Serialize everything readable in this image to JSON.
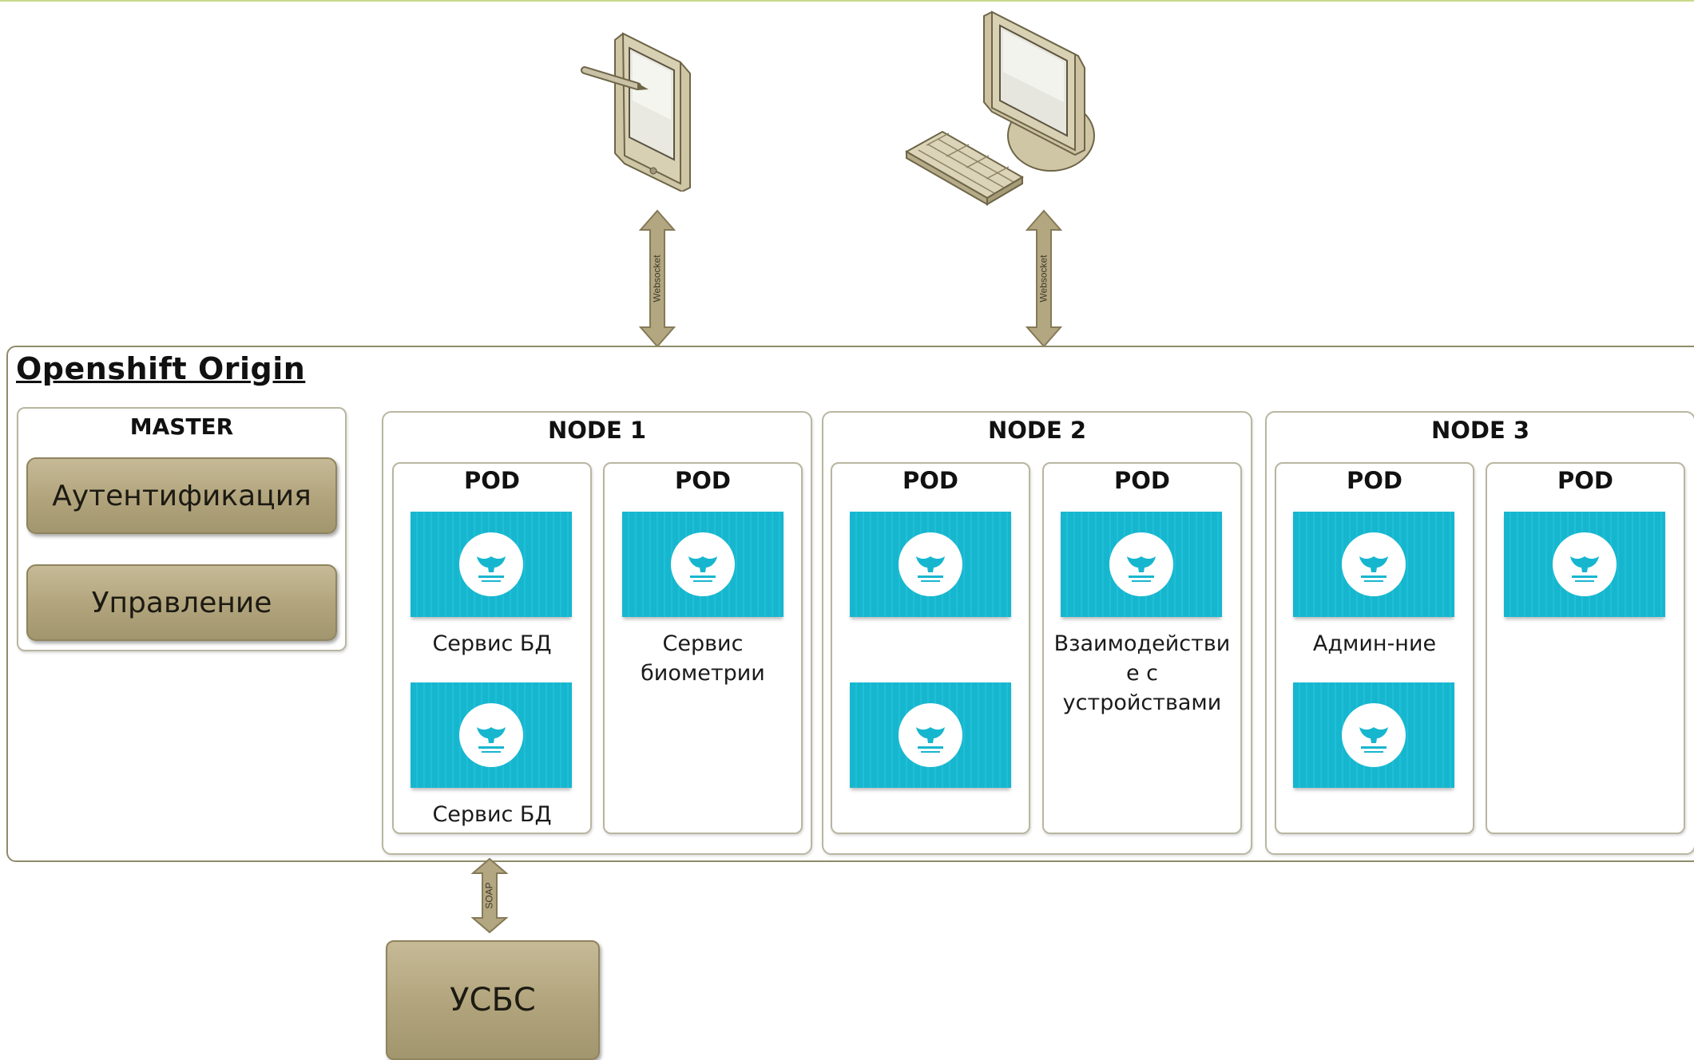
{
  "diagram": {
    "cluster_title": "Openshift Origin",
    "connectors": {
      "tablet_link": "Websocket",
      "desktop_link": "Websocket",
      "usbs_link": "SOAP"
    },
    "clients": [
      "tablet-icon",
      "desktop-computer-icon"
    ],
    "master": {
      "title": "MASTER",
      "components": [
        "Аутентификация",
        "Управление"
      ]
    },
    "nodes": [
      {
        "title": "NODE 1",
        "pods": [
          {
            "title": "POD",
            "services": [
              "Сервис БД",
              "Сервис БД"
            ]
          },
          {
            "title": "POD",
            "service_lines": [
              "Сервис",
              "биометрии"
            ]
          }
        ]
      },
      {
        "title": "NODE 2",
        "pods": [
          {
            "title": "POD"
          },
          {
            "title": "POD",
            "service_lines": [
              "Взаимодействи",
              "е с",
              "устройствами"
            ]
          }
        ]
      },
      {
        "title": "NODE 3",
        "pods": [
          {
            "title": "POD",
            "services": [
              "Админ-ние"
            ]
          },
          {
            "title": "POD"
          }
        ]
      }
    ],
    "external_system": "УСБС",
    "colors": {
      "container": "#17b6cf",
      "gold_box": "#b1a47c",
      "border": "#b9b6a0"
    }
  }
}
